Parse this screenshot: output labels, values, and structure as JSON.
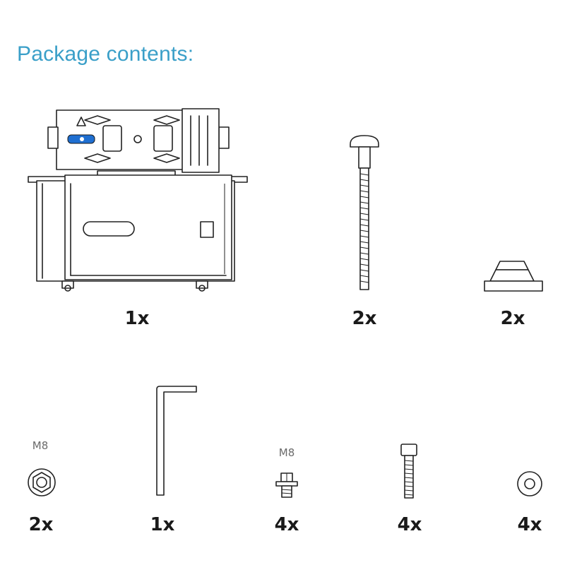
{
  "heading": {
    "text": "Package contents:",
    "color": "#3a9fc8"
  },
  "accent_blue": "#1f6fd1",
  "items": [
    {
      "id": "mount-bracket",
      "icon": "mount-bracket-icon",
      "quantity": "1x"
    },
    {
      "id": "carriage-bolt",
      "icon": "carriage-bolt-icon",
      "quantity": "2x"
    },
    {
      "id": "spacer-base",
      "icon": "spacer-base-icon",
      "quantity": "2x"
    },
    {
      "id": "hex-nut",
      "icon": "hex-nut-icon",
      "spec": "M8",
      "quantity": "2x"
    },
    {
      "id": "allen-key",
      "icon": "allen-key-icon",
      "quantity": "1x"
    },
    {
      "id": "flange-bolt",
      "icon": "flange-bolt-icon",
      "spec": "M8",
      "quantity": "4x"
    },
    {
      "id": "socket-screw",
      "icon": "socket-screw-icon",
      "quantity": "4x"
    },
    {
      "id": "washer",
      "icon": "washer-icon",
      "quantity": "4x"
    }
  ]
}
